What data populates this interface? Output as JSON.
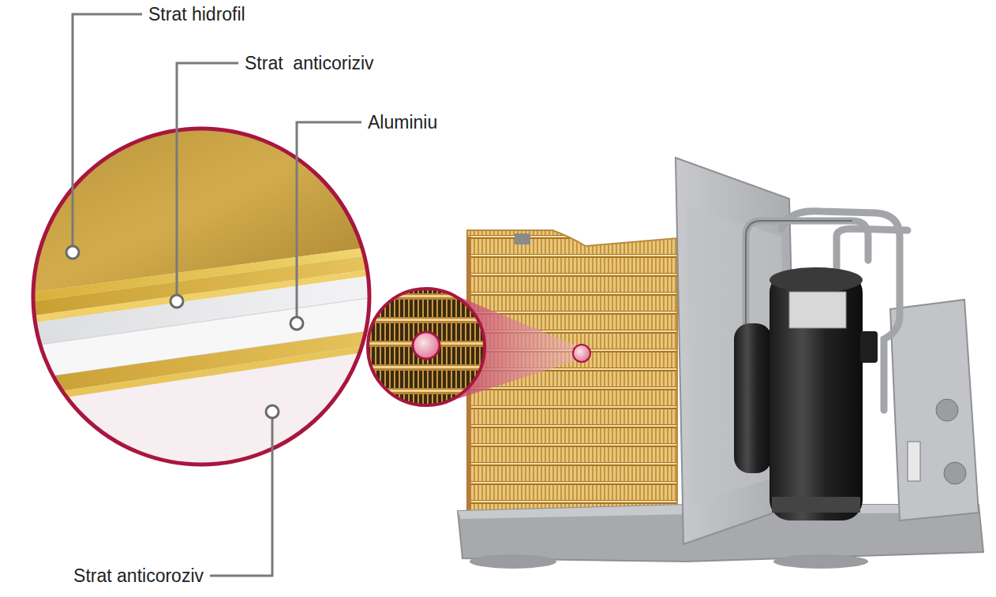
{
  "diagram": {
    "labels": [
      "Strat hidrofil",
      "Strat  anticoriziv",
      "Aluminiu",
      "Strat anticoroziv"
    ]
  }
}
